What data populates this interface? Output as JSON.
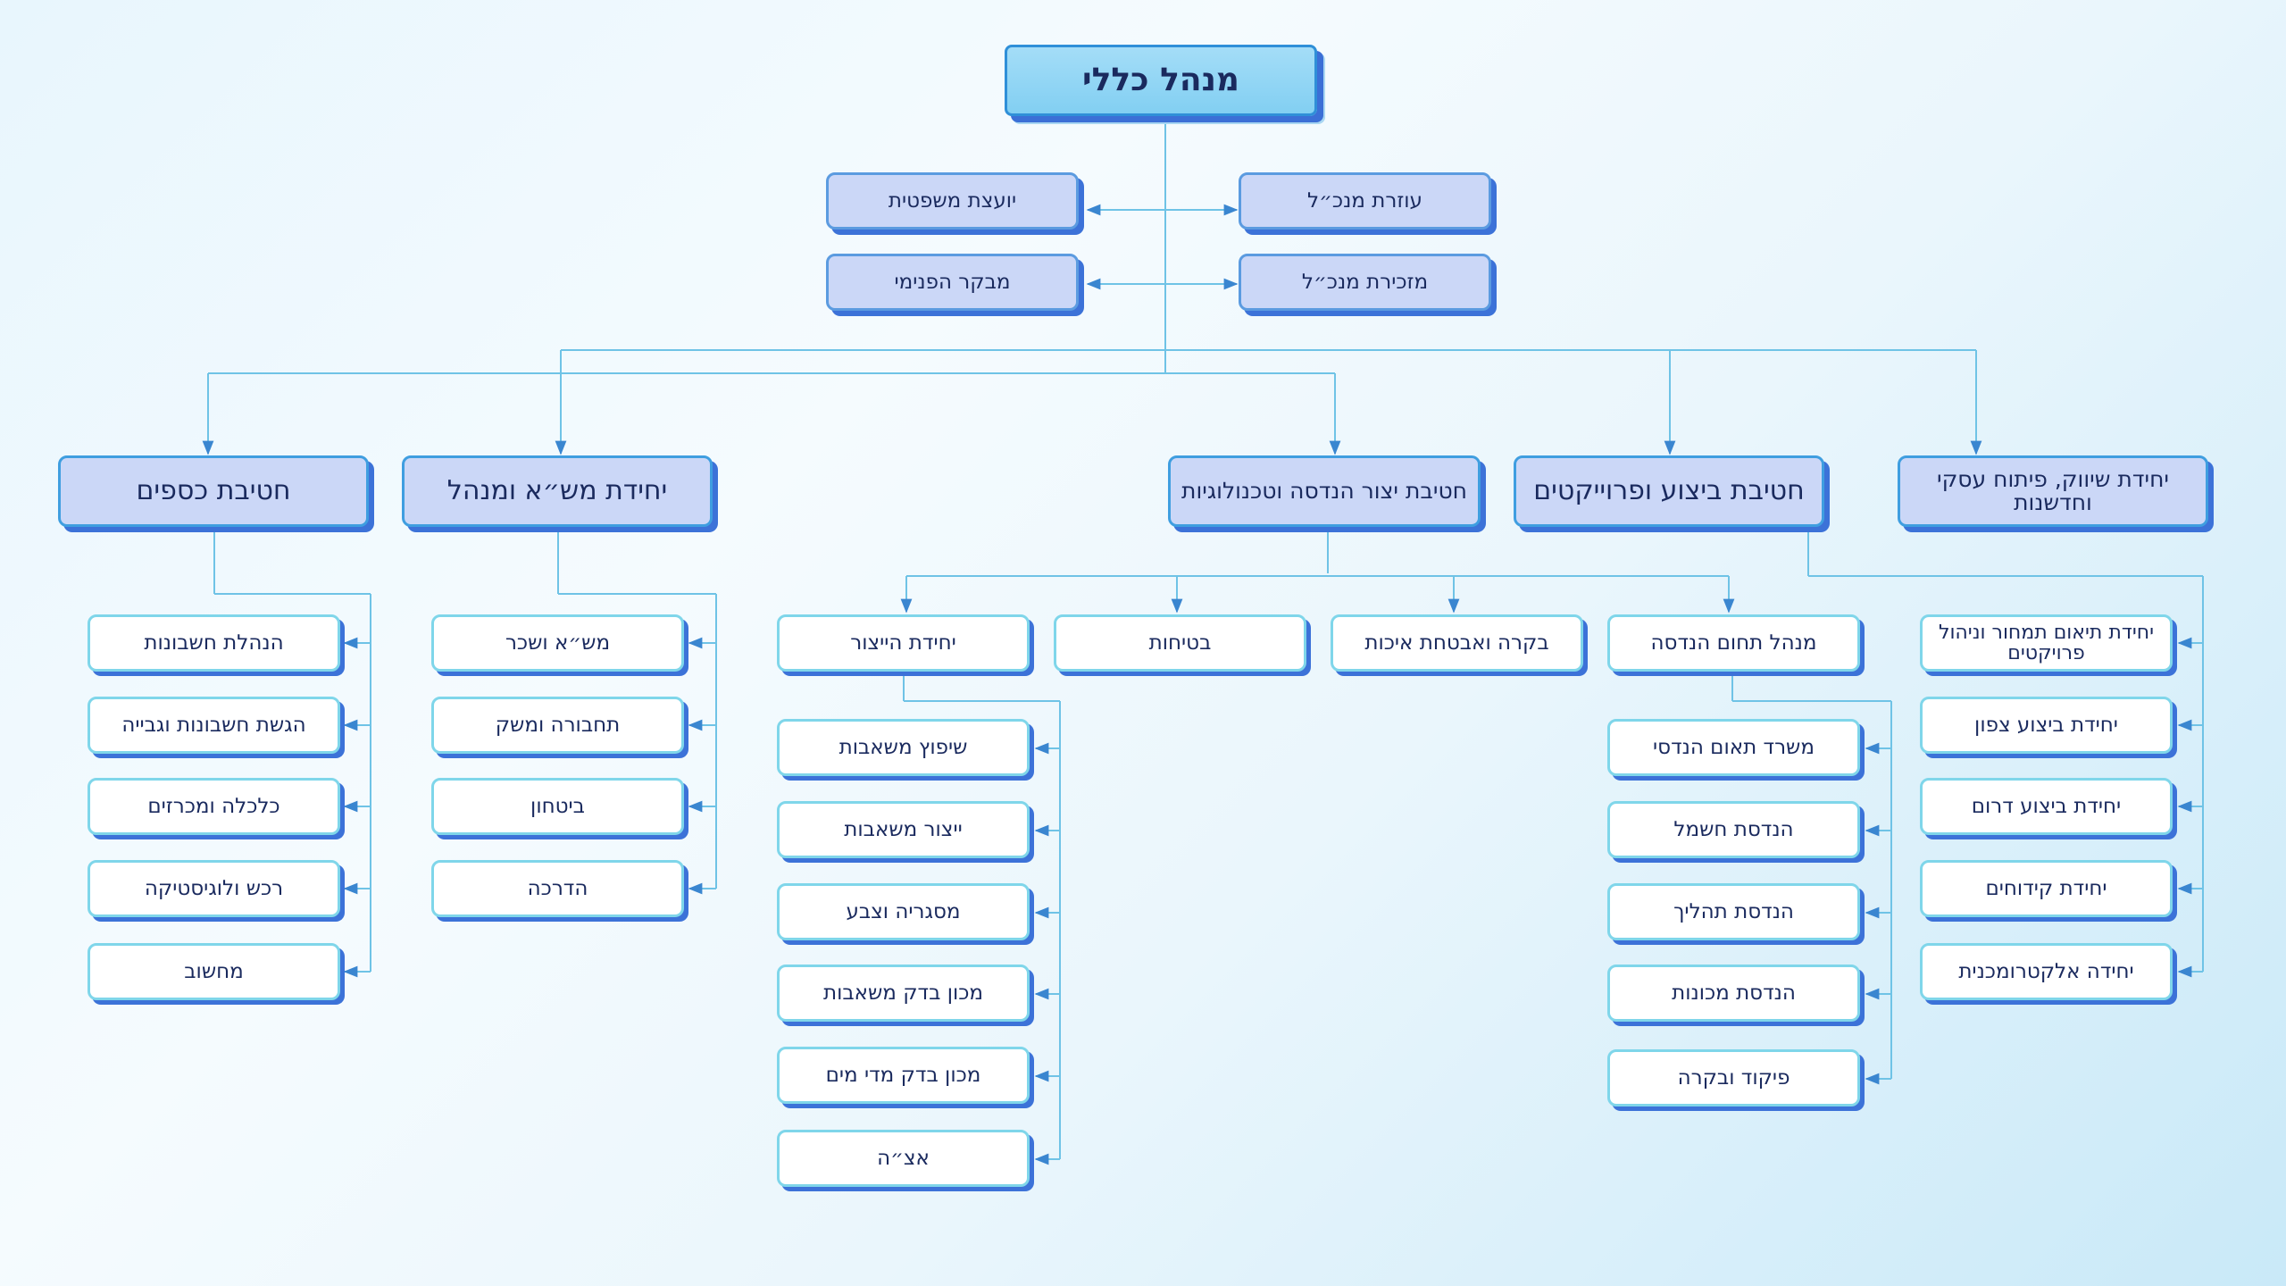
{
  "root": "מנהל כללי",
  "staff": {
    "legal": "יועצת משפטית",
    "internal_auditor": "מבקר הפנימי",
    "ceo_assistant": "עוזרת מנכ״ל",
    "ceo_secretary": "מזכירת מנכ״ל"
  },
  "divisions": {
    "finance": {
      "title": "חטיבת כספים",
      "units": [
        "הנהלת חשבונות",
        "הגשת חשבונות וגבייה",
        "כלכלה ומכרזים",
        "רכש ולוגיסטיקה",
        "מחשוב"
      ]
    },
    "hr": {
      "title": "יחידת מש״א ומנהל",
      "units": [
        "מש״א ושכר",
        "תחבורה ומשק",
        "ביטחון",
        "הדרכה"
      ]
    },
    "engineering": {
      "title": "חטיבת יצור הנדסה וטכנולוגיות",
      "production": {
        "title": "יחידת הייצור",
        "units": [
          "שיפוץ משאבות",
          "ייצור משאבות",
          "מסגריה וצבע",
          "מכון בדק משאבות",
          "מכון בדק מדי מים",
          "אצ״ה"
        ]
      },
      "safety": "בטיחות",
      "quality": "בקרה ואבטחת איכות",
      "eng_manager": {
        "title": "מנהל תחום הנדסה",
        "units": [
          "משרד תאום הנדסי",
          "הנדסת חשמל",
          "הנדסת תהליך",
          "הנדסת מכונות",
          "פיקוד ובקרה"
        ]
      }
    },
    "execution": {
      "title": "חטיבת ביצוע ופרוייקטים",
      "units": [
        "יחידת תיאום תמחור וניהול פרויקטים",
        "יחידת ביצוע צפון",
        "יחידת ביצוע דרום",
        "יחידת קידוחים",
        "יחידה אלקטרומכנית"
      ]
    },
    "marketing": {
      "title": "יחידת שיווק, פיתוח עסקי וחדשנות"
    }
  }
}
